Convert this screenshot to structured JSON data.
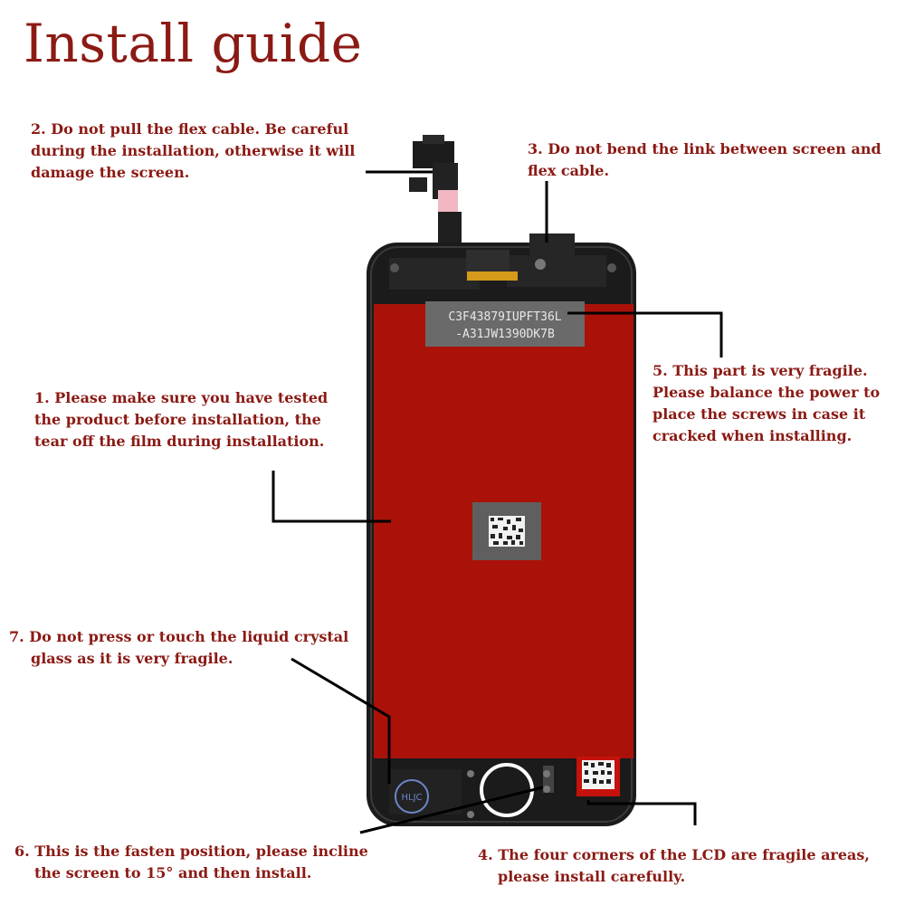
{
  "title": "Install guide",
  "notes": {
    "n1": [
      "1. Please make sure you have tested",
      "the product before installation, the",
      "tear off the film during installation."
    ],
    "n2": [
      "2. Do not pull the flex cable. Be careful",
      "during the installation, otherwise it will",
      "damage the screen."
    ],
    "n3": [
      "3. Do not bend the link between screen and",
      "flex cable."
    ],
    "n4": [
      "4. The four corners of the LCD are fragile areas,",
      "please install carefully."
    ],
    "n5": [
      "5. This part is very fragile.",
      "Please balance the power to",
      "place the screws in case it",
      "cracked when installing."
    ],
    "n6": [
      "6. This is the fasten position, please incline",
      "the screen to 15° and then install."
    ],
    "n7": [
      "7. Do not press or touch the liquid crystal",
      "glass as it is very fragile."
    ]
  },
  "label_sticker": [
    "C3F43879IUPFT36L",
    "-A31JW1390DK7B"
  ],
  "corner_stamp": "HLJC",
  "colors": {
    "text": "#8b1a14",
    "lcd_red": "#aa1209",
    "frame": "#1b1b1b",
    "label_gray": "#6a6a6a",
    "pink_pad": "#f1b8c3"
  }
}
